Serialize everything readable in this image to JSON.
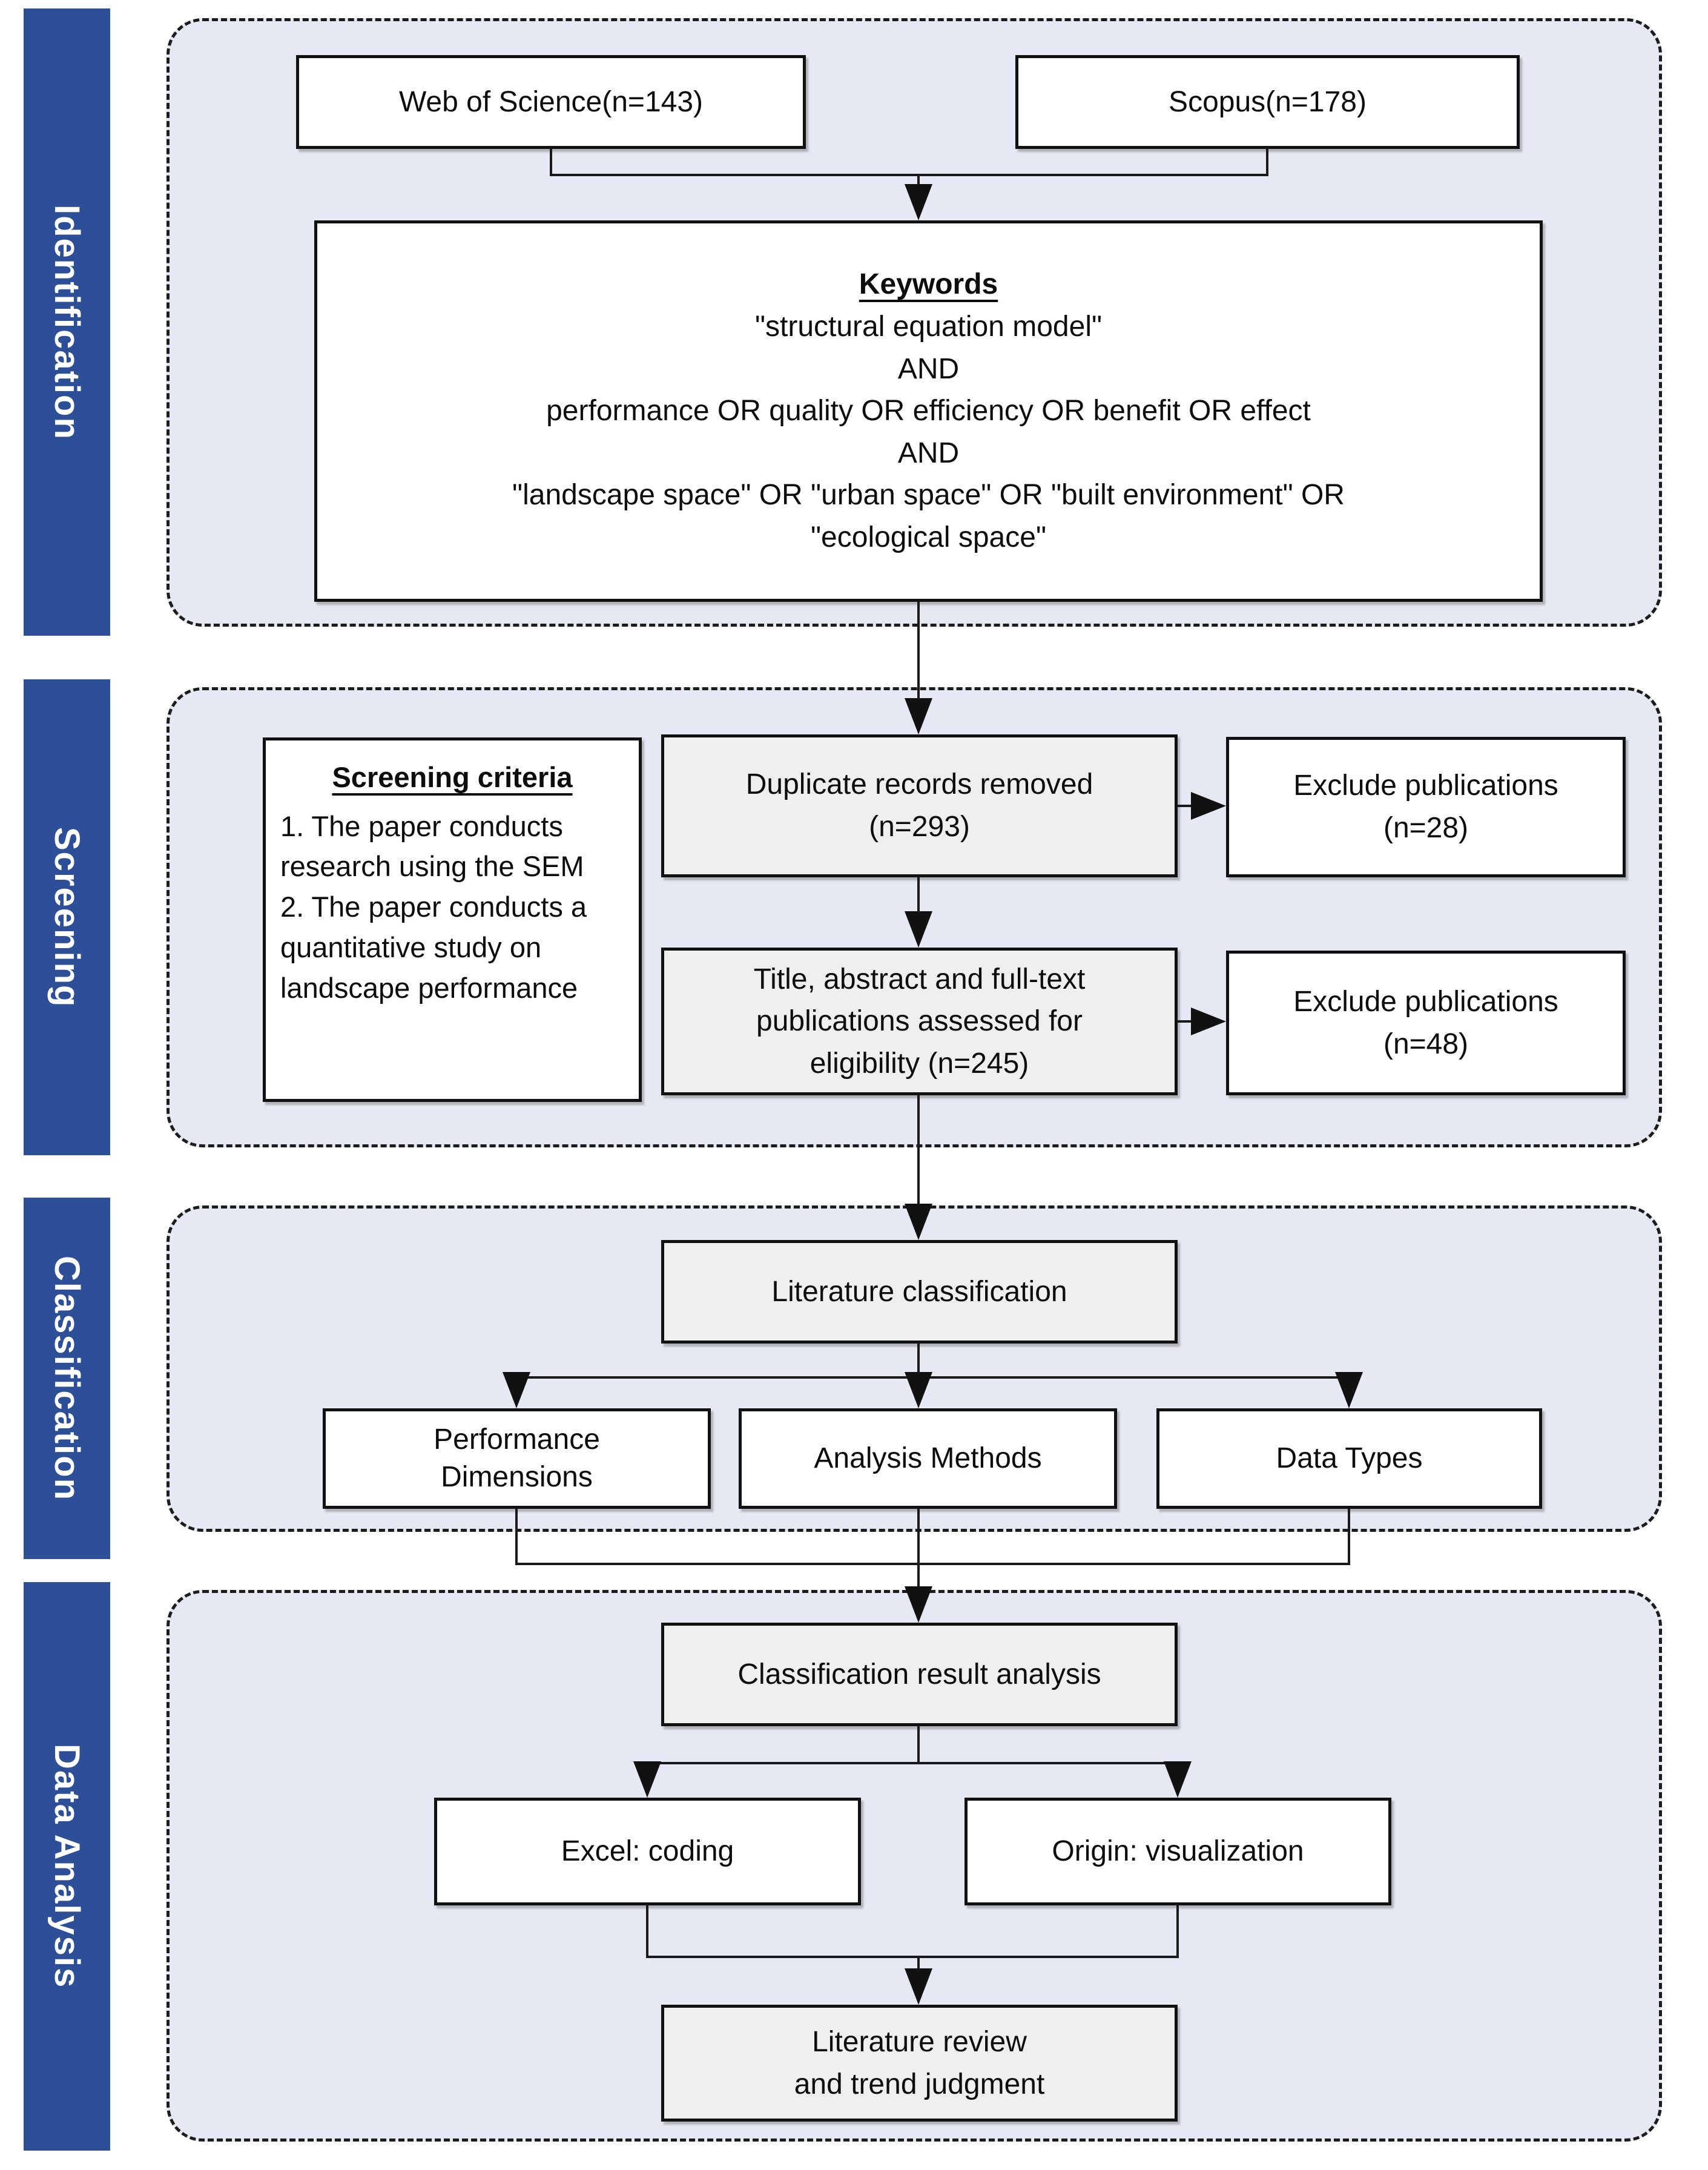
{
  "diagram": {
    "title_hint": "Literature screening flow diagram",
    "colors": {
      "sidebar_blue": "#2d4f97",
      "section_fill": "#e6e9f3",
      "step_box_fill": "#efefef",
      "plain_box_fill": "#ffffff",
      "line_black": "#1a1a1a"
    },
    "sections": {
      "identification": {
        "label": "Identification"
      },
      "screening": {
        "label": "Screening"
      },
      "classification": {
        "label": "Classification"
      },
      "data_analysis": {
        "label": "Data Analysis"
      }
    },
    "identification": {
      "web_of_science": "Web of Science(n=143)",
      "scopus": "Scopus(n=178)",
      "keywords_title": "Keywords",
      "keywords_lines": [
        "\"structural equation model\"",
        "AND",
        "performance OR quality OR efficiency OR benefit OR effect",
        "AND",
        "\"landscape space\" OR \"urban space\" OR \"built environment\" OR",
        "\"ecological space\""
      ]
    },
    "screening": {
      "criteria_title": "Screening criteria",
      "criteria_lines": [
        "1. The paper conducts",
        "research using the SEM",
        "2. The paper conducts a",
        "quantitative study on",
        "landscape performance"
      ],
      "duplicate_lines": [
        "Duplicate records removed",
        "(n=293)"
      ],
      "exclude1_lines": [
        "Exclude publications",
        "(n=28)"
      ],
      "assessed_lines": [
        "Title, abstract and full-text",
        "publications assessed for",
        "eligibility (n=245)"
      ],
      "exclude2_lines": [
        "Exclude publications",
        "(n=48)"
      ]
    },
    "classification": {
      "literature_classification": "Literature classification",
      "performance_lines": [
        "Performance",
        "Dimensions"
      ],
      "analysis_methods": "Analysis Methods",
      "data_types": "Data Types"
    },
    "data_analysis": {
      "classification_result": "Classification result analysis",
      "excel": "Excel: coding",
      "origin": "Origin: visualization",
      "review_lines": [
        "Literature review",
        "and trend judgment"
      ]
    }
  }
}
